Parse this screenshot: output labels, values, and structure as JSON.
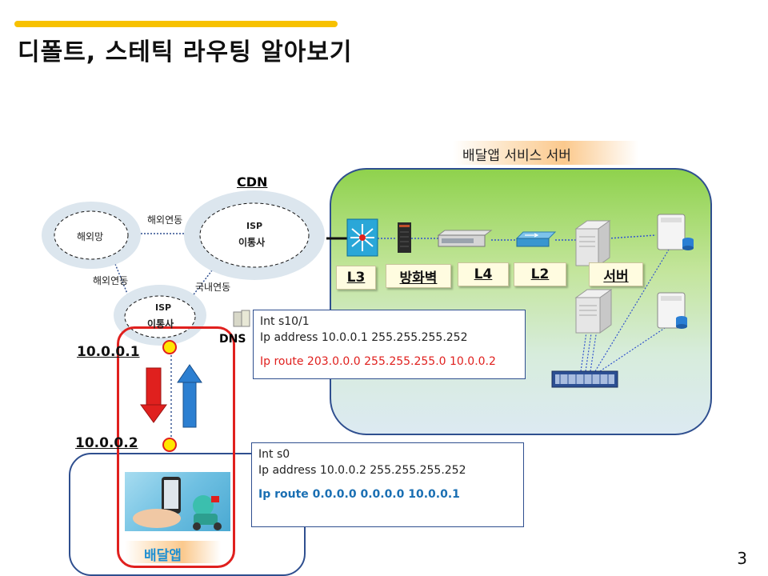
{
  "slide": {
    "title": "디폴트, 스테틱 라우팅 알아보기",
    "page_number": "3",
    "accent_color": "#f7c100"
  },
  "service_area": {
    "label": "배달앱 서비스 서버",
    "devices": {
      "l3": "L3",
      "firewall": "방화벽",
      "l4": "L4",
      "l2": "L2",
      "server": "서버"
    }
  },
  "clouds": {
    "overseas": "해외망",
    "isp_top_line1": "ISP",
    "isp_top_line2": "이통사",
    "isp_bottom_line1": "ISP",
    "isp_bottom_line2": "이통사"
  },
  "links": {
    "overseas_top": "해외연동",
    "overseas_left": "해외연동",
    "domestic": "국내연동",
    "cdn": "CDN",
    "dns": "DNS"
  },
  "router_top": {
    "ip": "10.0.0.1",
    "config": [
      "Int s10/1",
      "Ip address 10.0.0.1 255.255.255.252",
      "Ip route 203.0.0.0 255.255.255.0 10.0.0.2"
    ]
  },
  "router_bottom": {
    "ip": "10.0.0.2",
    "config": [
      "Int s0",
      "Ip address 10.0.0.2 255.255.255.252",
      "Ip route 0.0.0.0 0.0.0.0 10.0.0.1"
    ]
  },
  "client": {
    "label": "배달앱"
  },
  "colors": {
    "route_red": "#e0201e",
    "route_blue": "#1a6fb3",
    "frame_blue": "#2f4f8f",
    "green_top": "#8fd24d"
  }
}
